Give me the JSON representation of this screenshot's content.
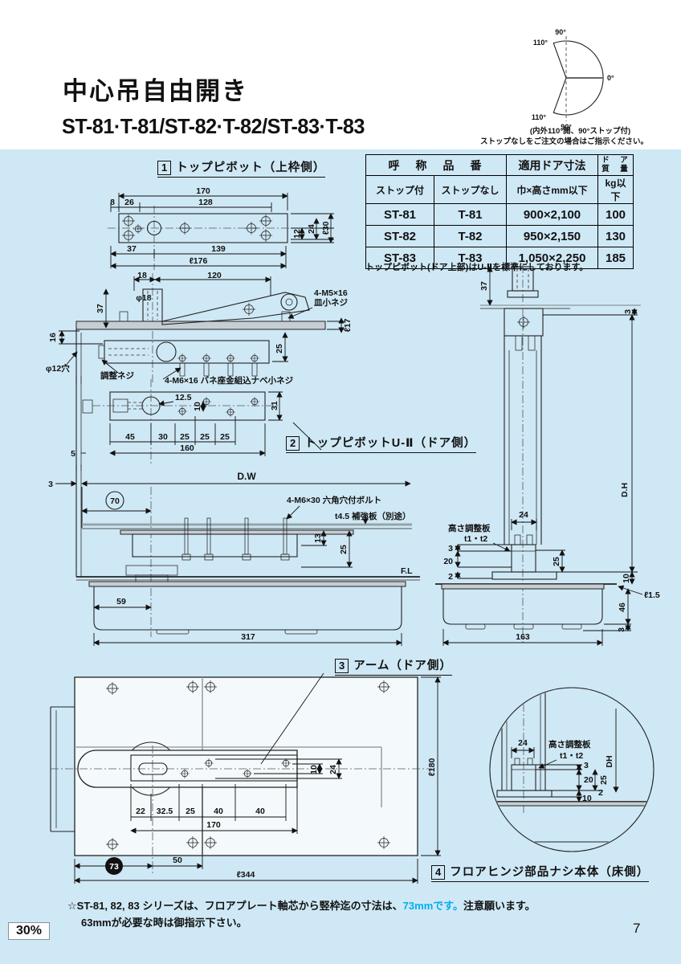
{
  "page": {
    "title": "中心吊自由開き",
    "subtitle": "ST-81·T-81/ST-82·T-82/ST-83·T-83",
    "page_number": "7",
    "scale_badge": "30%",
    "bg_color": "#cfe8f5",
    "accent_color": "#00aeef"
  },
  "angle_diagram": {
    "top": "90°",
    "upper_left": "110°",
    "right": "0°",
    "lower_left": "110°",
    "bottom": "90°",
    "caption_line1": "(内外110°開、90°ストップ付)",
    "caption_line2": "ストップなしをご注文の場合はご指示ください。"
  },
  "spec_table": {
    "h_part_no": "呼　称　品　番",
    "h_door_size": "適用ドア寸法",
    "h_mass_line1": "ド　ア",
    "h_mass_line2": "質　量",
    "sh_with_stop": "ストップ付",
    "sh_without_stop": "ストップなし",
    "sh_size": "巾×高さmm以下",
    "sh_mass": "kg以下",
    "rows": [
      {
        "with_stop": "ST-81",
        "without_stop": "T-81",
        "size": "900×2,100",
        "mass": "100"
      },
      {
        "with_stop": "ST-82",
        "without_stop": "T-82",
        "size": "950×2,150",
        "mass": "130"
      },
      {
        "with_stop": "ST-83",
        "without_stop": "T-83",
        "size": "1,050×2,250",
        "mass": "185"
      }
    ],
    "note": "トップピボット(ドア上部)はU-Ⅱを標準にしております。"
  },
  "sections": {
    "s1_no": "1",
    "s1_label": "トップピボット（上枠側）",
    "s2_no": "2",
    "s2_label": "トップピボットU-Ⅱ（ドア側）",
    "s3_no": "3",
    "s3_label": "アーム（ドア側）",
    "s4_no": "4",
    "s4_label": "フロアヒンジ部品ナシ本体（床側）"
  },
  "top_pivot_plan": {
    "w170": "170",
    "w8": "8",
    "w26": "26",
    "w128": "128",
    "h12": "12",
    "h24": "24",
    "hl30": "ℓ30",
    "w37": "37",
    "w139": "139",
    "wl176": "ℓ176"
  },
  "top_pivot_side": {
    "w18": "18",
    "w120": "120",
    "dia18": "φ18",
    "h37": "37",
    "h16": "16",
    "hole12": "φ12穴",
    "screw_top1": "4-M5×16",
    "screw_top2": "皿小ネジ",
    "hl17": "ℓ17",
    "h25": "25",
    "adjust": "調整ネジ",
    "screw_bottom": "4-M6×16 バネ座金組込ナベ小ネジ"
  },
  "u2_plan": {
    "w125": "12.5",
    "h10": "10",
    "h31": "31",
    "w45": "45",
    "w30": "30",
    "w25a": "25",
    "w25b": "25",
    "w25c": "25",
    "w160": "160",
    "w5": "5"
  },
  "floor_section": {
    "w3": "3",
    "dw": "D.W",
    "c70": "70",
    "bolt": "4-M6×30 六角穴付ボルト",
    "plate": "t4.5 補強板（別途）",
    "h13": "13",
    "h25": "25",
    "fl": "F.L",
    "w59": "59",
    "w317": "317"
  },
  "door_elevation": {
    "h37": "37",
    "h3top": "3",
    "dh": "D.H",
    "w24": "24",
    "hp1": "高さ調整板",
    "hp2": "t1・t2",
    "h3": "3",
    "h20": "20",
    "h2": "2",
    "h25": "25",
    "h10": "10",
    "l15": "ℓ1.5",
    "h46": "46",
    "h3b": "3",
    "w163": "163"
  },
  "arm_plan": {
    "h10": "10",
    "h24": "24",
    "w22": "22",
    "w325": "32.5",
    "w25": "25",
    "w40a": "40",
    "w40b": "40",
    "w170": "170",
    "hl180": "ℓ180",
    "c73": "73",
    "w50": "50",
    "wl344": "ℓ344"
  },
  "detail_circle": {
    "w24": "24",
    "hp1": "高さ調整板",
    "hp2": "t1・t2",
    "dh": "DH",
    "h3": "3",
    "h20": "20",
    "h25": "25",
    "h2": "2",
    "h10": "10"
  },
  "footnote": {
    "line1_pre": "☆ST-81, 82, 83 シリーズは、フロアプレート軸芯から竪枠迄の寸法は、",
    "line1_em": "73mmです。",
    "line1_post": "注意願います。",
    "line2": "63mmが必要な時は御指示下さい。"
  }
}
